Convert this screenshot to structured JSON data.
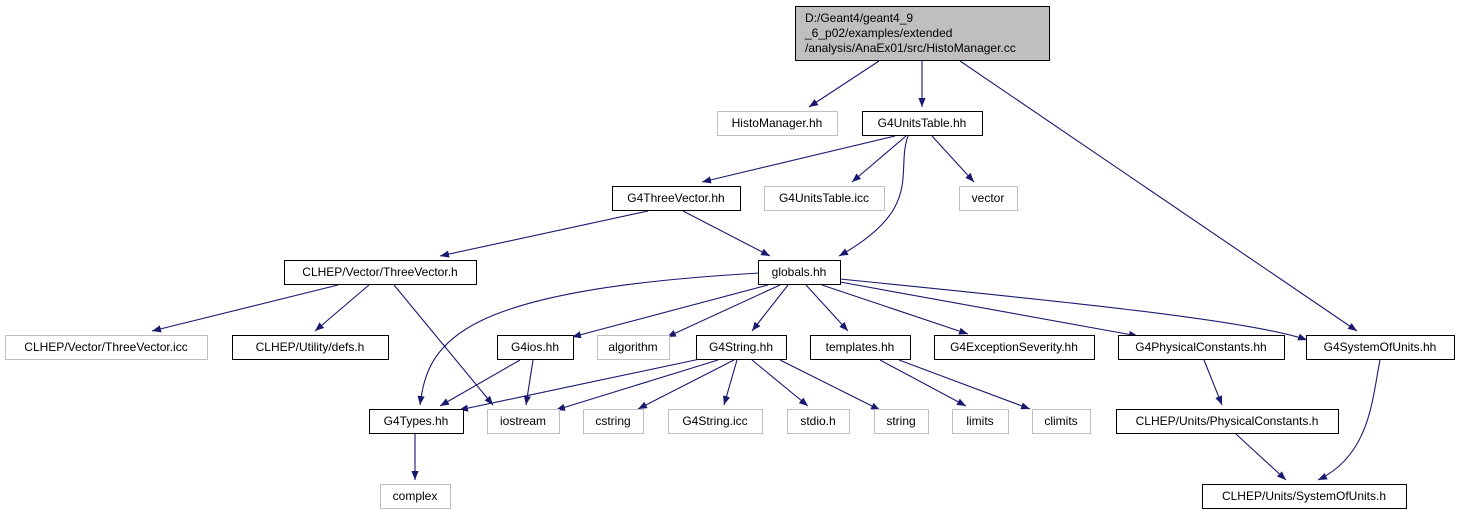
{
  "colors": {
    "edge": "#191970",
    "root_fill": "#bfbfbf",
    "solid_border": "#000000",
    "faint_border": "#bfbfbf"
  },
  "nodes": [
    {
      "id": "root",
      "style": "root",
      "lines": [
        "D:/Geant4/geant4_9",
        "_6_p02/examples/extended",
        "/analysis/AnaEx01/src/HistoManager.cc"
      ]
    },
    {
      "id": "histomanager-hh",
      "style": "faint",
      "lines": [
        "HistoManager.hh"
      ]
    },
    {
      "id": "g4unitstable-hh",
      "style": "solid",
      "lines": [
        "G4UnitsTable.hh"
      ]
    },
    {
      "id": "g4threevector-hh",
      "style": "solid",
      "lines": [
        "G4ThreeVector.hh"
      ]
    },
    {
      "id": "g4unitstable-icc",
      "style": "faint",
      "lines": [
        "G4UnitsTable.icc"
      ]
    },
    {
      "id": "vector",
      "style": "faint",
      "lines": [
        "vector"
      ]
    },
    {
      "id": "clhep-threevector-h",
      "style": "solid",
      "lines": [
        "CLHEP/Vector/ThreeVector.h"
      ]
    },
    {
      "id": "globals-hh",
      "style": "solid",
      "lines": [
        "globals.hh"
      ]
    },
    {
      "id": "clhep-threevector-icc",
      "style": "faint",
      "lines": [
        "CLHEP/Vector/ThreeVector.icc"
      ]
    },
    {
      "id": "clhep-defs-h",
      "style": "solid",
      "lines": [
        "CLHEP/Utility/defs.h"
      ]
    },
    {
      "id": "g4ios-hh",
      "style": "solid",
      "lines": [
        "G4ios.hh"
      ]
    },
    {
      "id": "algorithm",
      "style": "faint",
      "lines": [
        "algorithm"
      ]
    },
    {
      "id": "g4string-hh",
      "style": "solid",
      "lines": [
        "G4String.hh"
      ]
    },
    {
      "id": "templates-hh",
      "style": "solid",
      "lines": [
        "templates.hh"
      ]
    },
    {
      "id": "g4exceptionseverity-hh",
      "style": "solid",
      "lines": [
        "G4ExceptionSeverity.hh"
      ]
    },
    {
      "id": "g4physicalconstants-hh",
      "style": "solid",
      "lines": [
        "G4PhysicalConstants.hh"
      ]
    },
    {
      "id": "g4systemofunits-hh",
      "style": "solid",
      "lines": [
        "G4SystemOfUnits.hh"
      ]
    },
    {
      "id": "g4types-hh",
      "style": "solid",
      "lines": [
        "G4Types.hh"
      ]
    },
    {
      "id": "iostream",
      "style": "faint",
      "lines": [
        "iostream"
      ]
    },
    {
      "id": "cstring",
      "style": "faint",
      "lines": [
        "cstring"
      ]
    },
    {
      "id": "g4string-icc",
      "style": "faint",
      "lines": [
        "G4String.icc"
      ]
    },
    {
      "id": "stdio-h",
      "style": "faint",
      "lines": [
        "stdio.h"
      ]
    },
    {
      "id": "string",
      "style": "faint",
      "lines": [
        "string"
      ]
    },
    {
      "id": "limits",
      "style": "faint",
      "lines": [
        "limits"
      ]
    },
    {
      "id": "climits",
      "style": "faint",
      "lines": [
        "climits"
      ]
    },
    {
      "id": "clhep-physicalconstants-h",
      "style": "solid",
      "lines": [
        "CLHEP/Units/PhysicalConstants.h"
      ]
    },
    {
      "id": "complex",
      "style": "faint",
      "lines": [
        "complex"
      ]
    },
    {
      "id": "clhep-systemofunits-h",
      "style": "solid",
      "lines": [
        "CLHEP/Units/SystemOfUnits.h"
      ]
    }
  ],
  "edges": [
    {
      "from": "root",
      "to": "histomanager-hh"
    },
    {
      "from": "root",
      "to": "g4unitstable-hh"
    },
    {
      "from": "root",
      "to": "g4systemofunits-hh"
    },
    {
      "from": "g4unitstable-hh",
      "to": "g4threevector-hh"
    },
    {
      "from": "g4unitstable-hh",
      "to": "g4unitstable-icc"
    },
    {
      "from": "g4unitstable-hh",
      "to": "vector"
    },
    {
      "from": "g4unitstable-hh",
      "to": "globals-hh"
    },
    {
      "from": "g4threevector-hh",
      "to": "clhep-threevector-h"
    },
    {
      "from": "g4threevector-hh",
      "to": "globals-hh"
    },
    {
      "from": "clhep-threevector-h",
      "to": "clhep-threevector-icc"
    },
    {
      "from": "clhep-threevector-h",
      "to": "clhep-defs-h"
    },
    {
      "from": "clhep-threevector-h",
      "to": "iostream"
    },
    {
      "from": "globals-hh",
      "to": "g4types-hh"
    },
    {
      "from": "globals-hh",
      "to": "g4ios-hh"
    },
    {
      "from": "globals-hh",
      "to": "algorithm"
    },
    {
      "from": "globals-hh",
      "to": "g4string-hh"
    },
    {
      "from": "globals-hh",
      "to": "templates-hh"
    },
    {
      "from": "globals-hh",
      "to": "g4exceptionseverity-hh"
    },
    {
      "from": "globals-hh",
      "to": "g4physicalconstants-hh"
    },
    {
      "from": "globals-hh",
      "to": "g4systemofunits-hh"
    },
    {
      "from": "g4ios-hh",
      "to": "g4types-hh"
    },
    {
      "from": "g4ios-hh",
      "to": "iostream"
    },
    {
      "from": "g4string-hh",
      "to": "g4types-hh"
    },
    {
      "from": "g4string-hh",
      "to": "iostream"
    },
    {
      "from": "g4string-hh",
      "to": "cstring"
    },
    {
      "from": "g4string-hh",
      "to": "g4string-icc"
    },
    {
      "from": "g4string-hh",
      "to": "stdio-h"
    },
    {
      "from": "g4string-hh",
      "to": "string"
    },
    {
      "from": "templates-hh",
      "to": "limits"
    },
    {
      "from": "templates-hh",
      "to": "climits"
    },
    {
      "from": "g4physicalconstants-hh",
      "to": "clhep-physicalconstants-h"
    },
    {
      "from": "g4systemofunits-hh",
      "to": "clhep-systemofunits-h"
    },
    {
      "from": "clhep-physicalconstants-h",
      "to": "clhep-systemofunits-h"
    },
    {
      "from": "g4types-hh",
      "to": "complex"
    }
  ]
}
